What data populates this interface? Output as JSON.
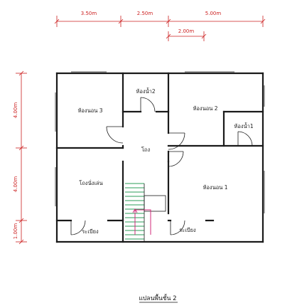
{
  "dimensions": {
    "top_row": [
      "3.50m",
      "2.50m",
      "5.00m"
    ],
    "top_sub": "2.00m",
    "left_col": [
      "4.00m",
      "4.00m",
      "1.00m"
    ]
  },
  "rooms": {
    "bedroom_3": "ห้องนอน 3",
    "bathroom_2": "ห้องน้ำ2",
    "bedroom_2": "ห้องนอน 2",
    "bathroom_1": "ห้องน้ำ1",
    "hall": "โถง",
    "living": "โถงนั่งเล่น",
    "bedroom_1": "ห้องนอน 1",
    "balcony_left": "ระเบียง",
    "balcony_right": "ระเบียง"
  },
  "title": "แปลนพื้นชั้น 2",
  "colors": {
    "wall": "#1a1a1a",
    "dimension": "#cc1f1f",
    "stair_arrow": "#d02a7a",
    "stair_rails": "#2b9c5a"
  }
}
